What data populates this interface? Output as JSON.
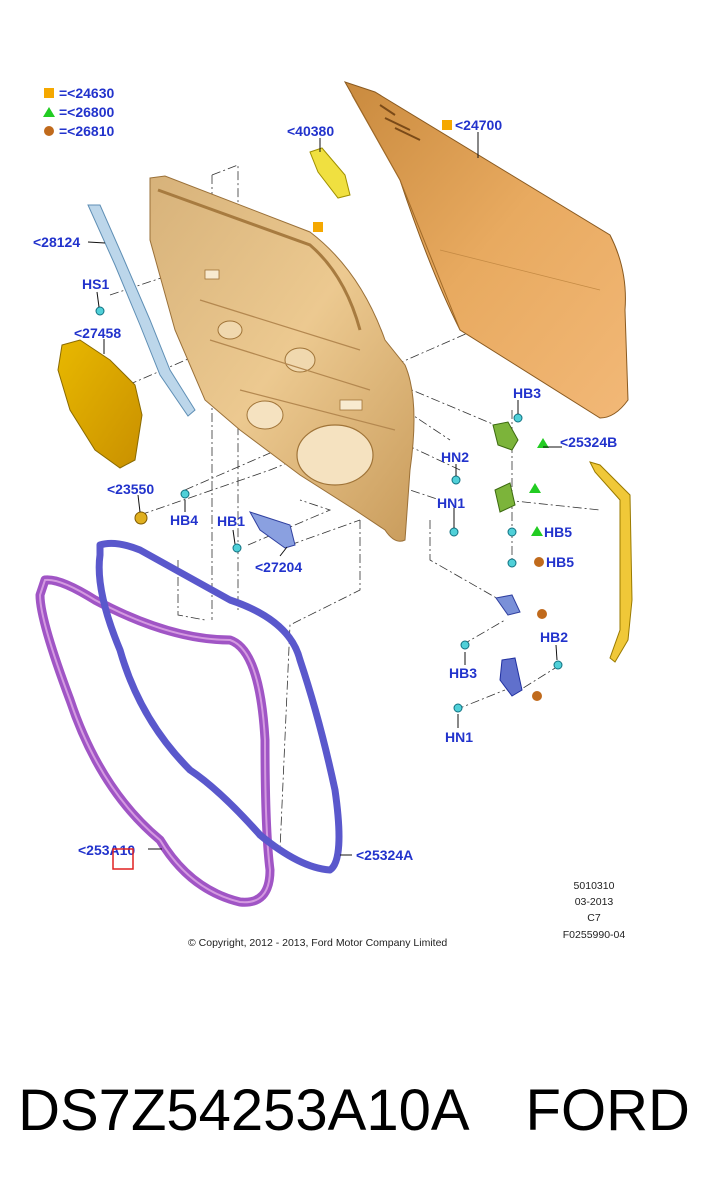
{
  "legend": [
    {
      "marker": "square",
      "color": "#f5a800",
      "text": "=<24630"
    },
    {
      "marker": "triangle",
      "color": "#22cc22",
      "text": "=<26800"
    },
    {
      "marker": "circle",
      "color": "#c06a1c",
      "text": "=<26810"
    }
  ],
  "labels": {
    "l40380": "<40380",
    "l24700": "<24700",
    "l28124": "<28124",
    "hs1": "HS1",
    "l27458": "<27458",
    "hb3_top": "HB3",
    "l25324b": "<25324B",
    "hn2": "HN2",
    "l23550": "<23550",
    "hb4": "HB4",
    "hb1": "HB1",
    "hn1_top": "HN1",
    "hb5_a": "HB5",
    "hb5_b": "HB5",
    "l27204": "<27204",
    "hb2": "HB2",
    "hb3_bottom": "HB3",
    "hn1_bottom": "HN1",
    "l253a10": "<253A10",
    "l25324a": "<25324A"
  },
  "info_block": [
    "5010310",
    "03-2013",
    "C7",
    "F0255990-04"
  ],
  "copyright": "© Copyright, 2012 - 2013, Ford Motor Company Limited",
  "part_number": "DS7Z54253A10A",
  "brand": "FORD",
  "colors": {
    "label_blue": "#2233cc",
    "outer_panel": "#e0a050",
    "inner_panel": "#e8c080",
    "seal_purple": "#a050c0",
    "seal_blue": "#5050c8",
    "highlight_box": "#e02020"
  }
}
